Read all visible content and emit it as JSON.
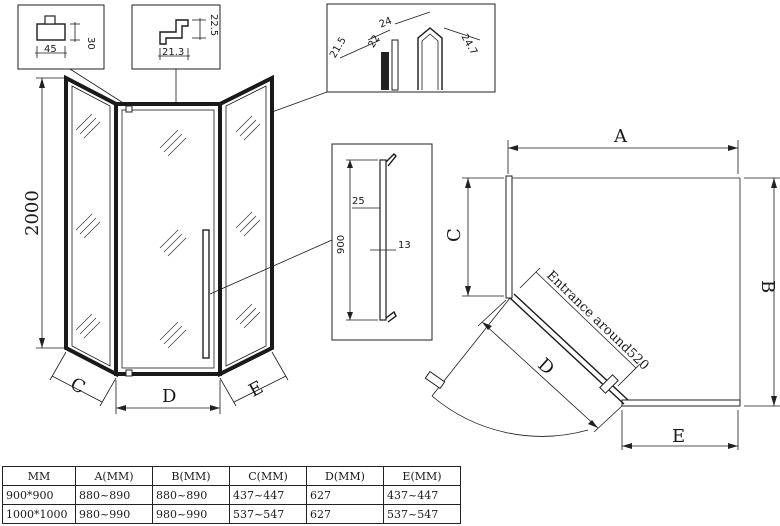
{
  "detail_top_left": {
    "w": "45",
    "h": "30"
  },
  "detail_top_mid": {
    "w": "21.3",
    "h": "22.5"
  },
  "detail_top_right": {
    "a": "21.5",
    "b": "22",
    "c": "24",
    "d": "24.7"
  },
  "detail_handle": {
    "length": "900",
    "d1": "25",
    "d2": "13"
  },
  "front_view": {
    "height": "2000",
    "c": "C",
    "d": "D",
    "e": "E"
  },
  "plan_view": {
    "a": "A",
    "b": "B",
    "c": "C",
    "d": "D",
    "e": "E",
    "entrance": "Entrance around520"
  },
  "table": {
    "headers": [
      "MM",
      "A(MM)",
      "B(MM)",
      "C(MM)",
      "D(MM)",
      "E(MM)"
    ],
    "rows": [
      [
        "900*900",
        "880~890",
        "880~890",
        "437~447",
        "627",
        "437~447"
      ],
      [
        "1000*1000",
        "980~990",
        "980~990",
        "537~547",
        "627",
        "537~547"
      ]
    ]
  }
}
